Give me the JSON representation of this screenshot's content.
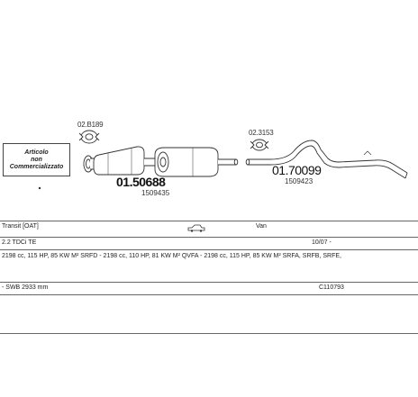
{
  "notice": {
    "line1": "Articolo",
    "line2": "non",
    "line3": "Commercializzato"
  },
  "clamps": {
    "left": "02.B189",
    "right": "02.3153"
  },
  "parts": {
    "left": {
      "number": "01.50688",
      "sub": "1509435"
    },
    "right": {
      "number": "01.70099",
      "sub": "1509423"
    }
  },
  "table": {
    "row1": {
      "model": "Transit  [OAT]",
      "body": "Van",
      "icon": "car-icon"
    },
    "row2": {
      "engine": "2.2 TDCi  TE",
      "date": "10/07 -"
    },
    "row3": {
      "spec": "2198 cc, 115 HP, 85 KW  M² SRFD - 2198 cc, 110 HP, 81 KW M² QVFA - 2198 cc, 115 HP, 85 KW M² SRFA, SRFB, SRFE,"
    },
    "row4": {
      "wheelbase": "- SWB 2933 mm",
      "code": "C110793"
    }
  }
}
